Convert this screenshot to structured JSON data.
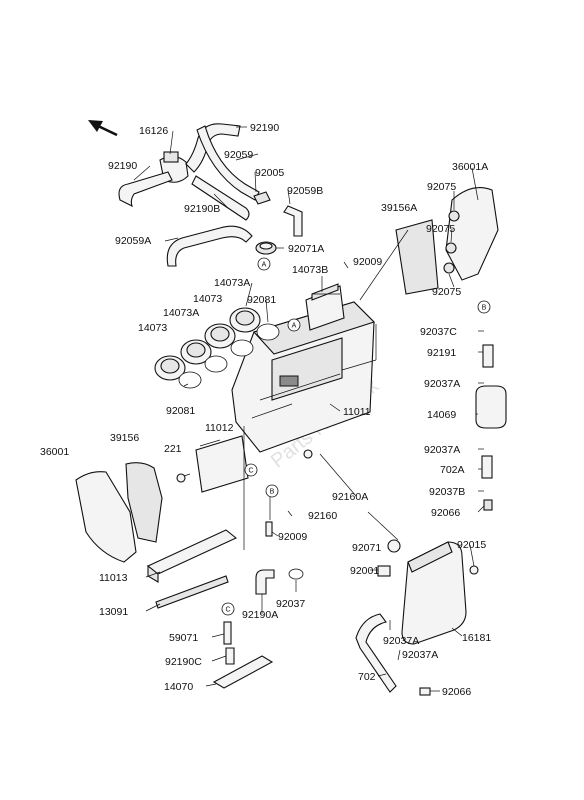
{
  "labels": [
    {
      "id": "l01",
      "text": "16126"
    },
    {
      "id": "l02",
      "text": "92190"
    },
    {
      "id": "l03",
      "text": "92190"
    },
    {
      "id": "l04",
      "text": "92059"
    },
    {
      "id": "l05",
      "text": "92005"
    },
    {
      "id": "l06",
      "text": "92059B"
    },
    {
      "id": "l07",
      "text": "92190B"
    },
    {
      "id": "l08",
      "text": "92059A"
    },
    {
      "id": "l09",
      "text": "92071A"
    },
    {
      "id": "l10",
      "text": "14073A"
    },
    {
      "id": "l11",
      "text": "14073B"
    },
    {
      "id": "l12",
      "text": "92009"
    },
    {
      "id": "l13",
      "text": "14073"
    },
    {
      "id": "l14",
      "text": "92081"
    },
    {
      "id": "l15",
      "text": "14073A"
    },
    {
      "id": "l16",
      "text": "14073"
    },
    {
      "id": "l17",
      "text": "92081"
    },
    {
      "id": "l18",
      "text": "11012"
    },
    {
      "id": "l19",
      "text": "221"
    },
    {
      "id": "l20",
      "text": "39156"
    },
    {
      "id": "l21",
      "text": "36001"
    },
    {
      "id": "l22",
      "text": "11011"
    },
    {
      "id": "l23",
      "text": "92160A"
    },
    {
      "id": "l24",
      "text": "92160"
    },
    {
      "id": "l25",
      "text": "92009"
    },
    {
      "id": "l26",
      "text": "11013"
    },
    {
      "id": "l27",
      "text": "13091"
    },
    {
      "id": "l28",
      "text": "92037"
    },
    {
      "id": "l29",
      "text": "92190A"
    },
    {
      "id": "l30",
      "text": "59071"
    },
    {
      "id": "l31",
      "text": "92190C"
    },
    {
      "id": "l32",
      "text": "14070"
    },
    {
      "id": "l33",
      "text": "36001A"
    },
    {
      "id": "l34",
      "text": "92075"
    },
    {
      "id": "l35",
      "text": "92075"
    },
    {
      "id": "l36",
      "text": "92075"
    },
    {
      "id": "l37",
      "text": "39156A"
    },
    {
      "id": "l38",
      "text": "92037C"
    },
    {
      "id": "l39",
      "text": "92191"
    },
    {
      "id": "l40",
      "text": "92037A"
    },
    {
      "id": "l41",
      "text": "14069"
    },
    {
      "id": "l42",
      "text": "92037A"
    },
    {
      "id": "l43",
      "text": "702A"
    },
    {
      "id": "l44",
      "text": "92037B"
    },
    {
      "id": "l45",
      "text": "92066"
    },
    {
      "id": "l46",
      "text": "92071"
    },
    {
      "id": "l47",
      "text": "92015"
    },
    {
      "id": "l48",
      "text": "92001"
    },
    {
      "id": "l49",
      "text": "92037A"
    },
    {
      "id": "l50",
      "text": "16181"
    },
    {
      "id": "l51",
      "text": "92037A"
    },
    {
      "id": "l52",
      "text": "702"
    },
    {
      "id": "l53",
      "text": "92066"
    }
  ],
  "callouts": {
    "a": "A",
    "b": "B",
    "c": "C"
  },
  "watermark": "Parts Republik"
}
